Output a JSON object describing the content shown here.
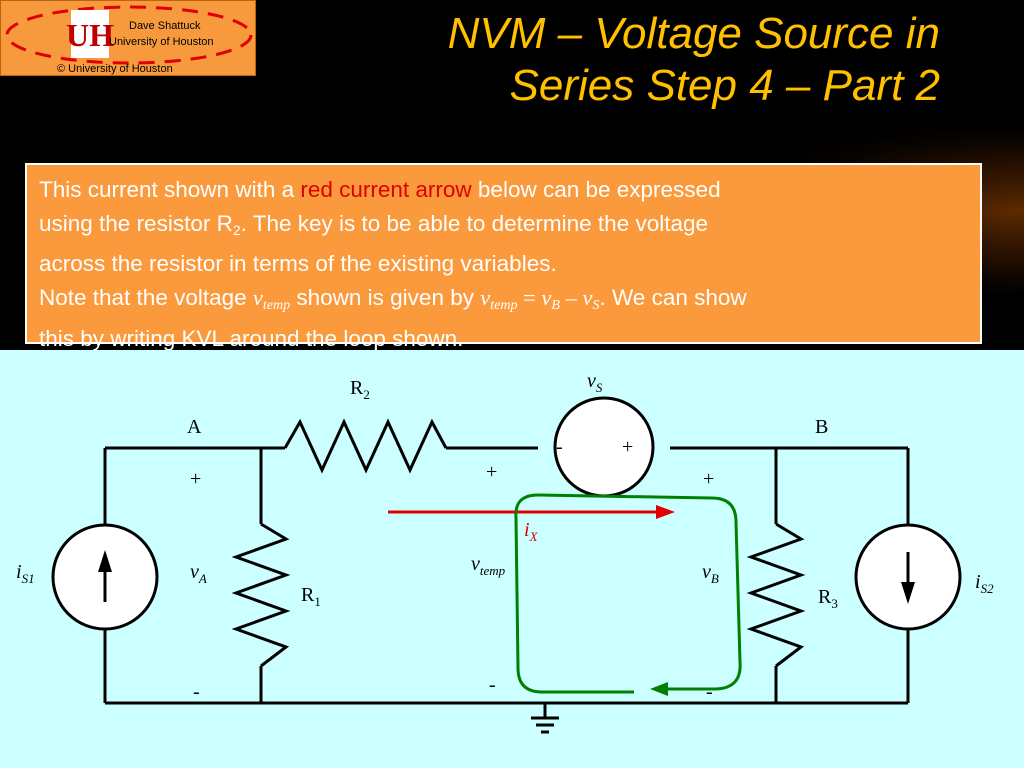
{
  "logo": {
    "name": "Dave Shattuck",
    "university": "University of Houston",
    "copyright": "© University of Houston"
  },
  "title": {
    "line1": "NVM – Voltage Source in",
    "line2": "Series Step 4 – Part 2"
  },
  "body": {
    "l1_a": "This current shown with a ",
    "l1_red": "red current arrow",
    "l1_b": " below can be expressed",
    "l2_a": "using the resistor R",
    "l2_sub": "2",
    "l2_b": ".  The key is to be able to determine the voltage",
    "l3": "across the resistor in terms of the existing variables.",
    "l4_a": "Note that the voltage ",
    "l4_v1": "v",
    "l4_v1sub": "temp",
    "l4_b": " shown is given by ",
    "l4_v2": "v",
    "l4_v2sub": "temp",
    "l4_eq": " = ",
    "l4_v3": "v",
    "l4_v3sub": "B",
    "l4_minus": " – ",
    "l4_v4": "v",
    "l4_v4sub": "S",
    "l4_c": ".  We can show",
    "l5": "this by writing KVL around the loop shown."
  },
  "circuit": {
    "node_a": "A",
    "node_b": "B",
    "r1": "R",
    "r1_sub": "1",
    "r2": "R",
    "r2_sub": "2",
    "r3": "R",
    "r3_sub": "3",
    "vs": "v",
    "vs_sub": "S",
    "vs_minus": "-",
    "vs_plus": "+",
    "is1": "i",
    "is1_sub": "S1",
    "is2": "i",
    "is2_sub": "S2",
    "va": "v",
    "va_sub": "A",
    "vb": "v",
    "vb_sub": "B",
    "vtemp": "v",
    "vtemp_sub": "temp",
    "ix": "i",
    "ix_sub": "X",
    "plus_a": "+",
    "minus_a": "-",
    "plus_temp": "+",
    "minus_temp": "-",
    "plus_b": "+",
    "minus_b": "-"
  },
  "colors": {
    "title": "#ffc000",
    "textbox": "#fb9a3c",
    "circuit_bg": "#ccffff",
    "current_arrow": "#e00000",
    "kvl_loop": "#008000"
  }
}
